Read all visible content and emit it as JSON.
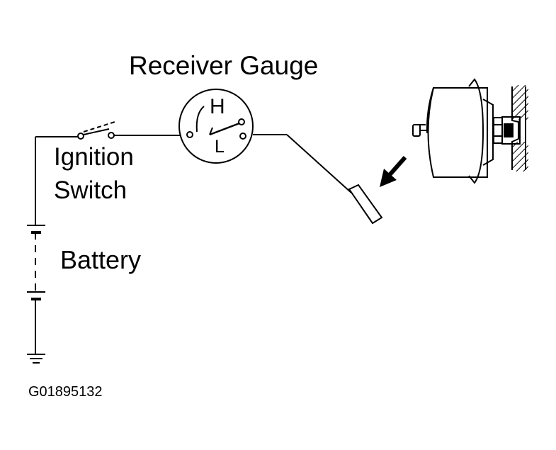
{
  "diagram": {
    "title": "Receiver Gauge",
    "gauge": {
      "high_label": "H",
      "low_label": "L"
    },
    "ignition_switch": {
      "line1": "Ignition",
      "line2": "Switch"
    },
    "battery_label": "Battery",
    "figure_code": "G01895132"
  },
  "colors": {
    "ink": "#000000",
    "paper": "#ffffff",
    "hatch": "#000000"
  }
}
